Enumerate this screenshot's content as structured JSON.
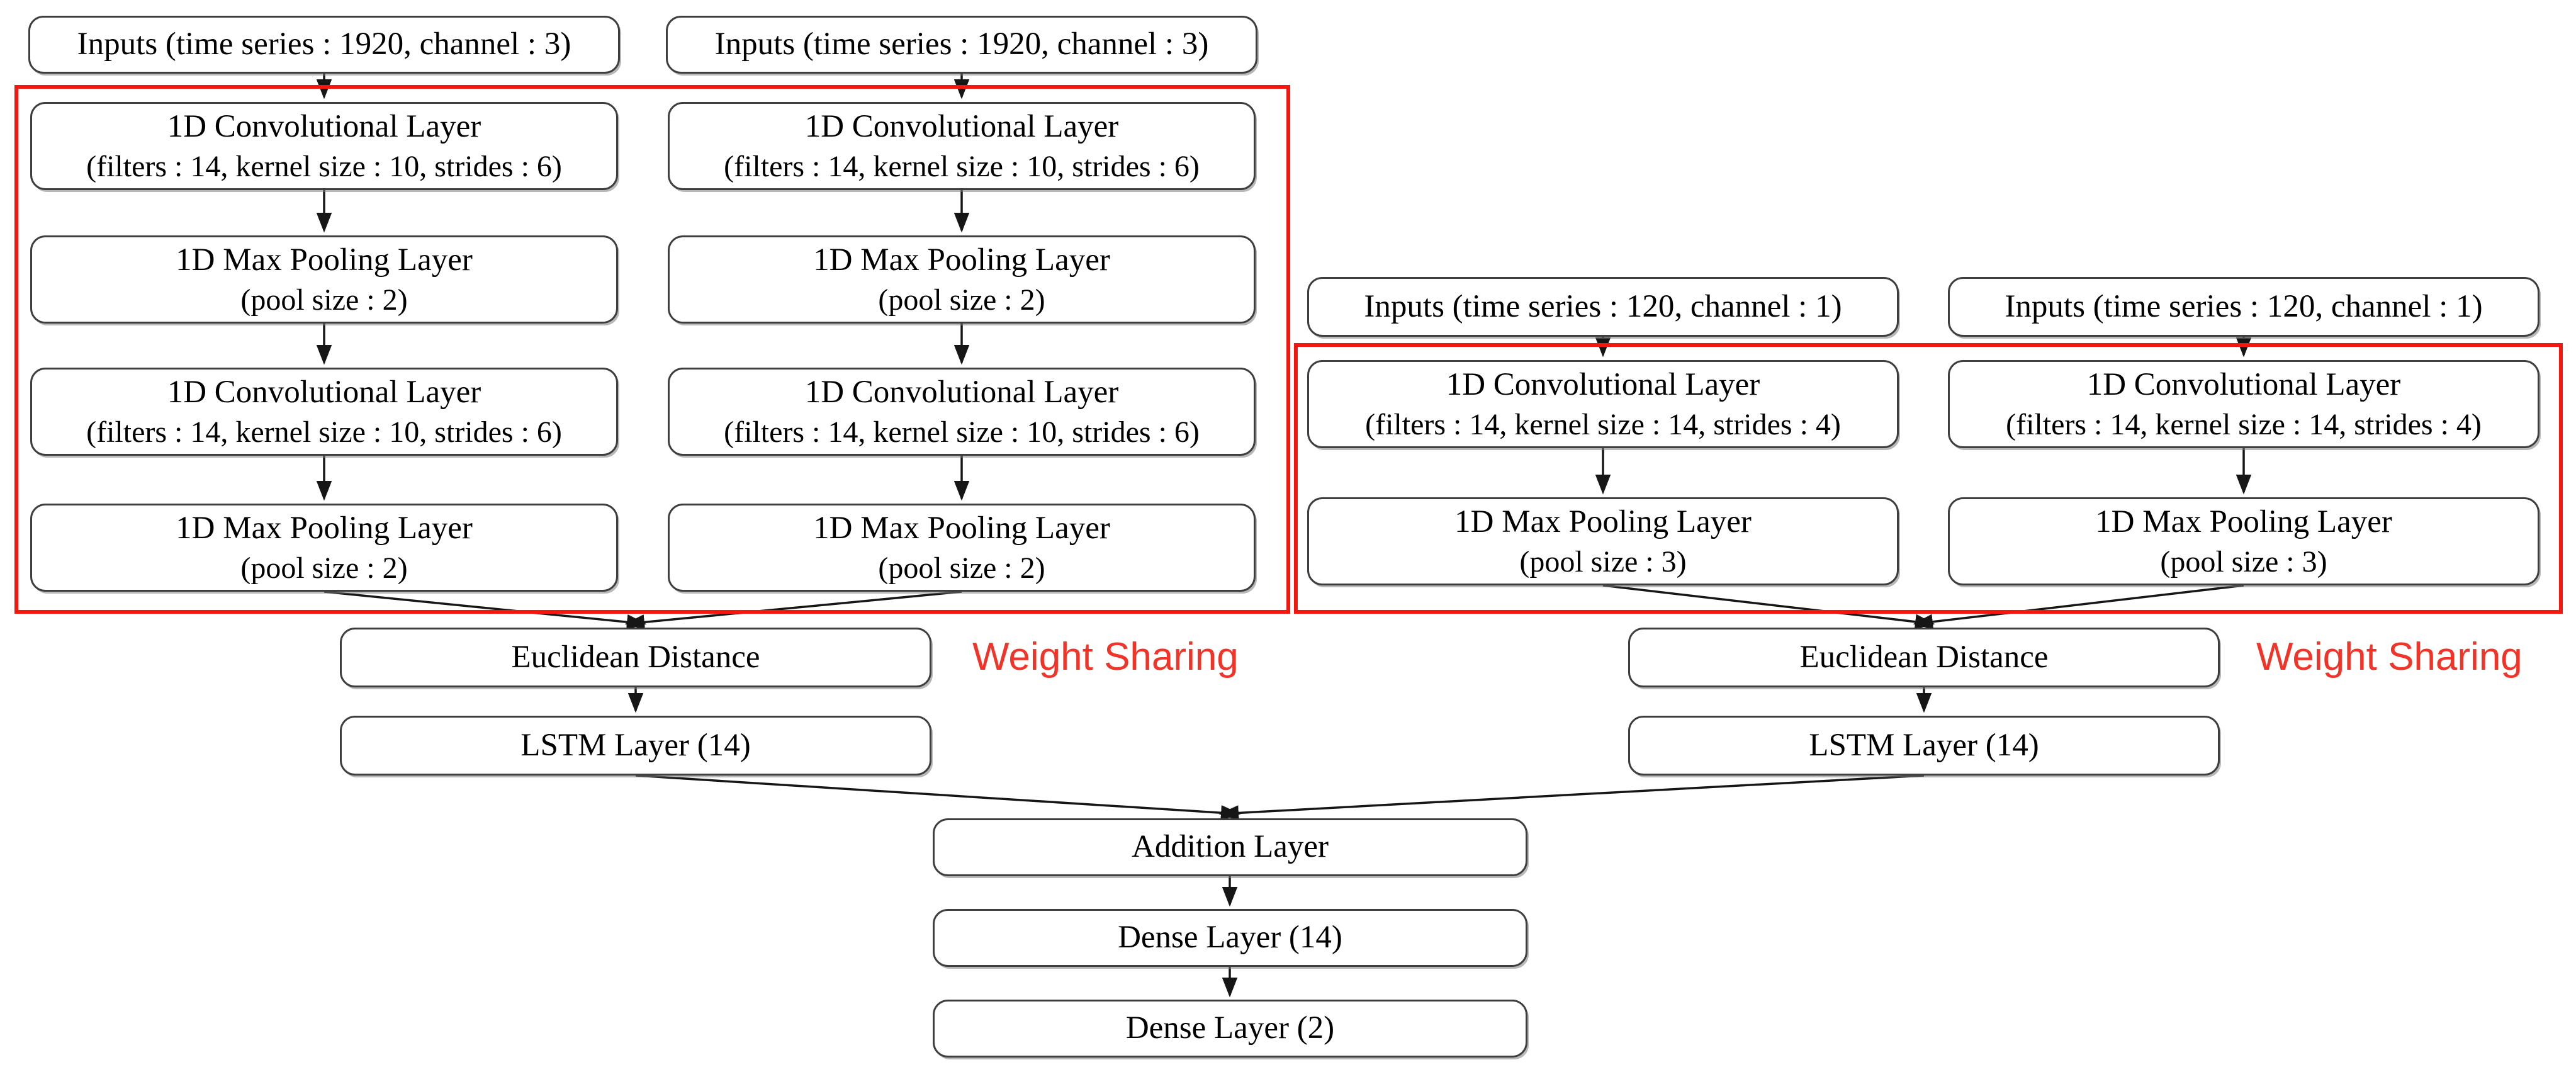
{
  "colors": {
    "box_border": "#3e3e3e",
    "red_accent": "#f2170f",
    "red_text": "#f23328",
    "arrow": "#161616"
  },
  "left_network": {
    "input_label": "Inputs (time series : 1920, channel : 3)",
    "conv_title": "1D Convolutional Layer",
    "conv_params": "(filters : 14, kernel size : 10, strides : 6)",
    "pool_title": "1D Max Pooling Layer",
    "pool_params": "(pool size : 2)",
    "euclidean_label": "Euclidean Distance",
    "lstm_label": "LSTM Layer (14)",
    "weight_sharing_label": "Weight Sharing"
  },
  "right_network": {
    "input_label": "Inputs (time series : 120, channel : 1)",
    "conv_title": "1D Convolutional Layer",
    "conv_params": "(filters : 14, kernel size : 14, strides : 4)",
    "pool_title": "1D Max Pooling Layer",
    "pool_params": "(pool size : 3)",
    "euclidean_label": "Euclidean Distance",
    "lstm_label": "LSTM Layer (14)",
    "weight_sharing_label": "Weight Sharing"
  },
  "merge": {
    "addition_label": "Addition Layer",
    "dense1_label": "Dense Layer (14)",
    "dense2_label": "Dense Layer (2)"
  }
}
